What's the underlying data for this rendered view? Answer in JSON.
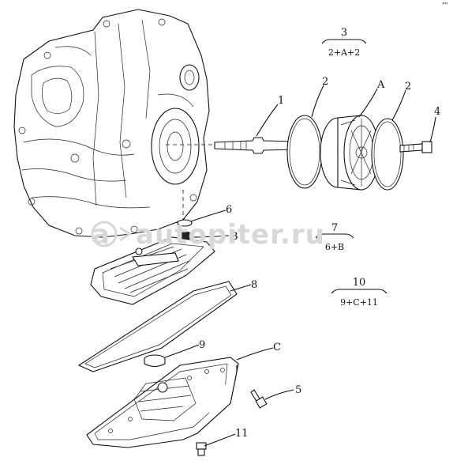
{
  "watermark": "autopiter.ru",
  "callouts": {
    "c1": "1",
    "c2a": "2",
    "c2b": "2",
    "c3": "3",
    "c4": "4",
    "c5": "5",
    "c6": "6",
    "c7": "7",
    "c8": "8",
    "c9": "9",
    "c10": "10",
    "c11": "11",
    "cA": "A",
    "cB": "B",
    "cC": "C"
  },
  "assemblies": {
    "a3_formula": "2+A+2",
    "a7_formula": "6+B",
    "a10_formula": "9+C+11"
  },
  "corner_mark": "\"\""
}
